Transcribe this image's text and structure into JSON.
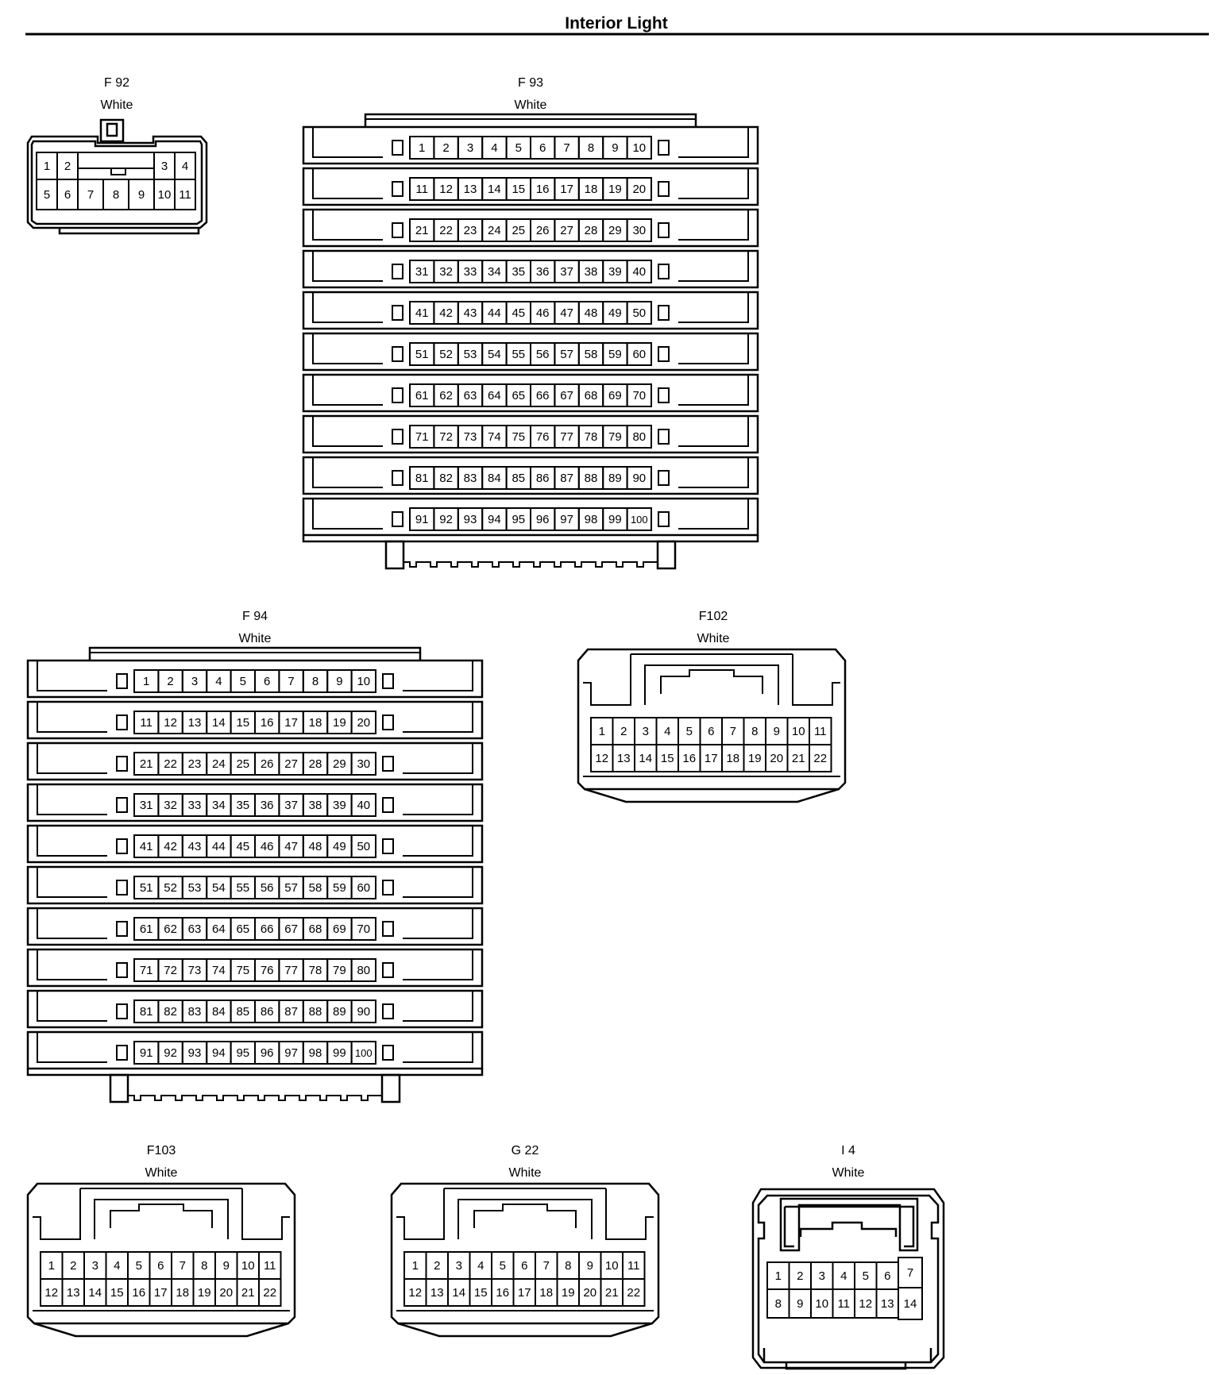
{
  "page": {
    "title": "Interior Light"
  },
  "connectors": {
    "f92": {
      "id": "F 92",
      "color": "White",
      "pins_top": [
        "1",
        "2",
        "3",
        "4"
      ],
      "pins_bottom": [
        "5",
        "6",
        "7",
        "8",
        "9",
        "10",
        "11"
      ]
    },
    "f93": {
      "id": "F 93",
      "color": "White",
      "pin_count": 100
    },
    "f94": {
      "id": "F 94",
      "color": "White",
      "pin_count": 100
    },
    "f102": {
      "id": "F102",
      "color": "White",
      "pins_top": [
        "1",
        "2",
        "3",
        "4",
        "5",
        "6",
        "7",
        "8",
        "9",
        "10",
        "11"
      ],
      "pins_bottom": [
        "12",
        "13",
        "14",
        "15",
        "16",
        "17",
        "18",
        "19",
        "20",
        "21",
        "22"
      ]
    },
    "f103": {
      "id": "F103",
      "color": "White",
      "pins_top": [
        "1",
        "2",
        "3",
        "4",
        "5",
        "6",
        "7",
        "8",
        "9",
        "10",
        "11"
      ],
      "pins_bottom": [
        "12",
        "13",
        "14",
        "15",
        "16",
        "17",
        "18",
        "19",
        "20",
        "21",
        "22"
      ]
    },
    "g22": {
      "id": "G 22",
      "color": "White",
      "pins_top": [
        "1",
        "2",
        "3",
        "4",
        "5",
        "6",
        "7",
        "8",
        "9",
        "10",
        "11"
      ],
      "pins_bottom": [
        "12",
        "13",
        "14",
        "15",
        "16",
        "17",
        "18",
        "19",
        "20",
        "21",
        "22"
      ]
    },
    "i4": {
      "id": "I 4",
      "color": "White",
      "pins_top": [
        "1",
        "2",
        "3",
        "4",
        "5",
        "6"
      ],
      "pins_bottom": [
        "8",
        "9",
        "10",
        "11",
        "12",
        "13"
      ],
      "pins_side": [
        "7",
        "14"
      ]
    }
  }
}
